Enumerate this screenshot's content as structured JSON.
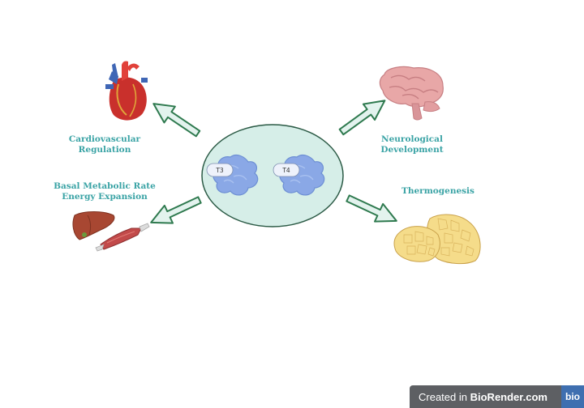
{
  "center": {
    "hormones": [
      "T3",
      "T4"
    ]
  },
  "labels": {
    "cardiovascular": [
      "Cardiovascular",
      "Regulation"
    ],
    "neurological": [
      "Neurological",
      "Development"
    ],
    "metabolic": [
      "Basal Metabolic Rate",
      "Energy Expansion"
    ],
    "thermogenesis": [
      "Thermogenesis"
    ]
  },
  "icons": [
    "heart-icon",
    "brain-icon",
    "liver-icon",
    "muscle-icon",
    "adipose-tissue-icon",
    "thyroid-hormone-molecule-icon"
  ],
  "colors": {
    "label_text": "#3aa3a5",
    "center_fill": "#d6eee8",
    "arrow_fill": "#e3f3ee",
    "arrow_stroke": "#2f7a4f",
    "molecule": "#8aa8e6"
  },
  "watermark": {
    "prefix": "Created in",
    "brand": "BioRender.com",
    "logo": "bio"
  }
}
